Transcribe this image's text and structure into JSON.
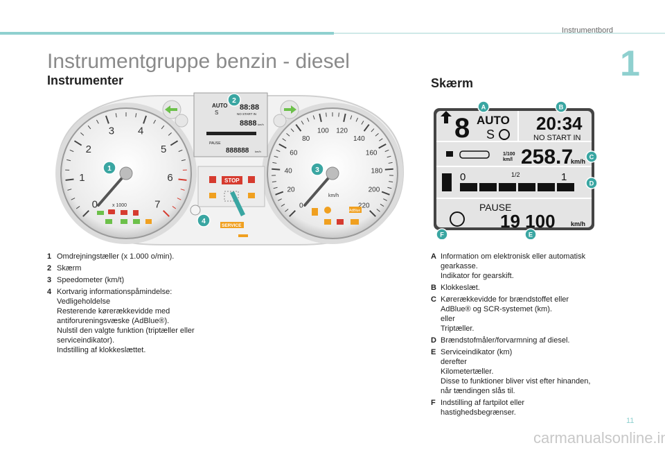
{
  "header": {
    "section": "Instrumentbord",
    "chapter": "1"
  },
  "page": {
    "title": "Instrumentgruppe benzin - diesel",
    "number": "11"
  },
  "left": {
    "heading": "Instrumenter",
    "cluster": {
      "tacho_ticks": [
        "0",
        "1",
        "2",
        "3",
        "4",
        "5",
        "6",
        "7"
      ],
      "tacho_unit": "x 1000",
      "speedo_ticks": [
        "0",
        "20",
        "40",
        "60",
        "80",
        "100",
        "120",
        "140",
        "160",
        "180",
        "200",
        "220"
      ],
      "speedo_unit": "km/h",
      "stop_label": "STOP",
      "service_label": "SERVICE",
      "lcd_auto": "AUTO",
      "lcd_s": "S",
      "lcd_time": "88:88",
      "lcd_nostart": "NO START IN",
      "lcd_range": "8888",
      "lcd_unit": "km/h",
      "lcd_pause": "PAUSE",
      "lcd_odo": "888888",
      "adblue": "AdBlue",
      "badges": [
        "1",
        "2",
        "3",
        "4"
      ]
    },
    "items": [
      {
        "key": "1",
        "text": "Omdrejningstæller (x 1.000 o/min)."
      },
      {
        "key": "2",
        "text": "Skærm"
      },
      {
        "key": "3",
        "text": "Speedometer (km/t)"
      },
      {
        "key": "4",
        "text": "Kortvarig informationspåmindelse:\nVedligeholdelse\nResterende kørerækkevidde med antiforureningsvæske (AdBlue®).\nNulstil den valgte funktion (triptæller eller serviceindikator).\nIndstilling af klokkeslættet."
      }
    ]
  },
  "right": {
    "heading": "Skærm",
    "display": {
      "gear": "8",
      "auto": "AUTO",
      "s": "S",
      "time": "20:34",
      "nostart": "NO START IN",
      "consumption": "1/100",
      "consumption_unit": "km/l",
      "range": "258.7",
      "range_unit": "km/h",
      "fuel_zero": "0",
      "fuel_half": "1/2",
      "fuel_full": "1",
      "pause": "PAUSE",
      "odo": "19 100",
      "odo_unit": "km/h",
      "badges": [
        "A",
        "B",
        "C",
        "D",
        "E",
        "F"
      ]
    },
    "items": [
      {
        "key": "A",
        "text": "Information om elektronisk eller automatisk gearkasse.\nIndikator for gearskift."
      },
      {
        "key": "B",
        "text": "Klokkeslæt."
      },
      {
        "key": "C",
        "text": "Kørerækkevidde for brændstoffet eller AdBlue® og SCR-systemet (km).\neller\nTriptæller."
      },
      {
        "key": "D",
        "text": "Brændstofmåler/forvarmning af diesel."
      },
      {
        "key": "E",
        "text": "Serviceindikator (km)\nderefter\nKilometertæller.\nDisse to funktioner bliver vist efter hinanden, når tændingen slås til."
      },
      {
        "key": "F",
        "text": "Indstilling af fartpilot eller hastighedsbegrænser."
      }
    ]
  },
  "footer": {
    "watermark": "carmanualsonline.info"
  },
  "colors": {
    "accent": "#8fd0cf",
    "badge": "#3aa6a2",
    "lcd": "#e4e4e4",
    "green": "#6cc04a",
    "red": "#d63b2f"
  }
}
